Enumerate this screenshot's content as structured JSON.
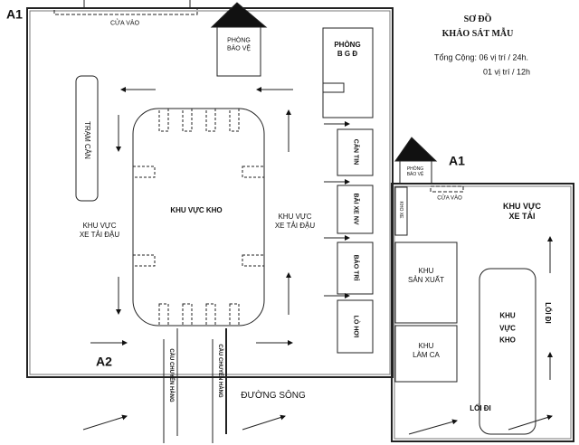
{
  "main_site": {
    "corner_label": "A1",
    "gate_label": "CỬA VÀO",
    "guard_room": [
      "PHÒNG",
      "BẢO VỆ"
    ],
    "director_room": [
      "PHÒNG",
      "B G Đ"
    ],
    "weighing_station": "TRẠM CÂN",
    "warehouse": "KHU VỰC KHO",
    "parking_left": [
      "KHU VỰC",
      "XE TẢI ĐẬU"
    ],
    "parking_middle": [
      "KHU VỰC",
      "XE TẢI ĐẬU"
    ],
    "side_rooms": [
      "CĂN TIN",
      "BÃI XE NV",
      "BẢO TRÌ",
      "LÒ HƠI"
    ],
    "point_a2": "A2",
    "bridges": [
      "CẦU CHUYỂN HÀNG",
      "CẦU CHUYỂN HÀNG"
    ],
    "waterway": "ĐƯỜNG SÔNG"
  },
  "title": {
    "line1": "SƠ ĐỒ",
    "line2": "KHẢO SÁT MẪU",
    "total1": "Tổng Cộng: 06 vị trí / 24h.",
    "total2": "01 vị trí / 12h"
  },
  "second_site": {
    "corner_label": "A1",
    "guard_room": [
      "PHÒNG",
      "BẢO VỆ"
    ],
    "gate_label": "CỬA VÀO",
    "small_room": "KHO XE",
    "truck_area": [
      "KHU VỰC",
      "XE TẢI"
    ],
    "production": [
      "KHU",
      "SẢN XUẤT"
    ],
    "shift_area": [
      "KHU",
      "LÀM CA"
    ],
    "warehouse": [
      "KHU",
      "VỰC",
      "KHO"
    ],
    "walkway_vertical": "LỐI ĐI",
    "walkway_bottom": "LỐI ĐI"
  }
}
